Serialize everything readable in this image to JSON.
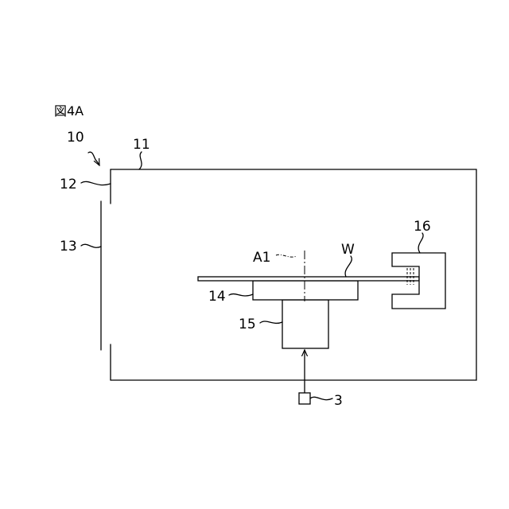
{
  "figure": {
    "label": "図4A"
  },
  "reference_numerals": {
    "apparatus": "10",
    "chamber": "11",
    "opening": "12",
    "shutter": "13",
    "axis": "A1",
    "substrate": "W",
    "holder": "14",
    "drive": "15",
    "head": "16",
    "controller": "3"
  },
  "colors": {
    "line": "#000000",
    "background": "#ffffff"
  }
}
